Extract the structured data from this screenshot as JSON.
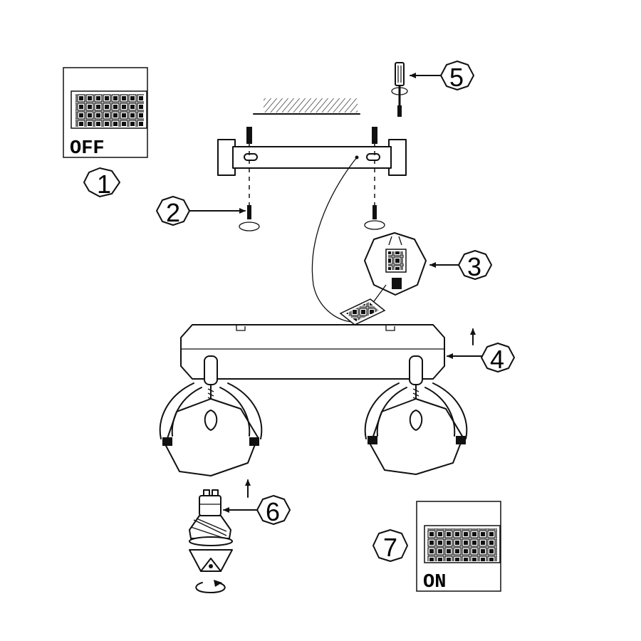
{
  "steps": [
    "1",
    "2",
    "3",
    "4",
    "5",
    "6",
    "7"
  ],
  "switch_off_label": "OFF",
  "switch_on_label": "ON"
}
